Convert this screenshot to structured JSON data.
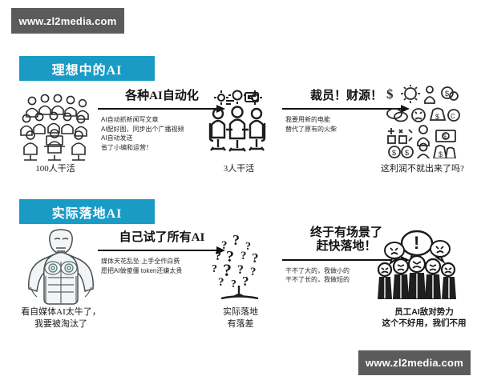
{
  "watermarks": {
    "top": "www.zl2media.com",
    "bottom": "www.zl2media.com"
  },
  "colors": {
    "banner_blue": "#1a9bc6",
    "watermark_gray": "#5b5b5b",
    "ink": "#111111",
    "background": "#ffffff"
  },
  "sections": [
    {
      "banner": "理想中的AI",
      "stages": [
        {
          "art": "crowd-of-office-workers-illustration",
          "caption": "100人干活"
        },
        {
          "art": "three-workers-at-computers-with-gears-illustration",
          "caption": "3人干活"
        },
        {
          "art": "money-icons-grid-illustration",
          "caption": "这利润不就出来了吗?"
        }
      ],
      "arrows": [
        {
          "title": "各种AI自动化",
          "sub": "AI自动抓新闻写文章\nAI配好图，同步出个广播视频\nAI自动发送\n省了小编和运营！"
        },
        {
          "title": "裁员！财源！",
          "sub": "我要用新的电能\n替代了原有的火柴"
        }
      ]
    },
    {
      "banner": "实际落地AI",
      "stages": [
        {
          "art": "muscular-cyborg-torso-illustration",
          "caption": "看自媒体AI太牛了，\n我要被淘汰了"
        },
        {
          "art": "question-mark-tree-illustration",
          "caption": "实际落地\n有落差"
        },
        {
          "art": "angry-crowd-with-speech-bubbles-illustration",
          "caption": "员工AI敌对势力\n这个不好用，我们不用"
        }
      ],
      "arrows": [
        {
          "title": "自己试了所有AI",
          "sub": "媒体天花乱坠  上手全作白费\n愿把AI做傻僵  token还嫌太贵"
        },
        {
          "title": "终于有场景了\n赶快落地！",
          "sub": "干不了大的，我做小的\n干不了长的，我做短的"
        }
      ]
    }
  ]
}
